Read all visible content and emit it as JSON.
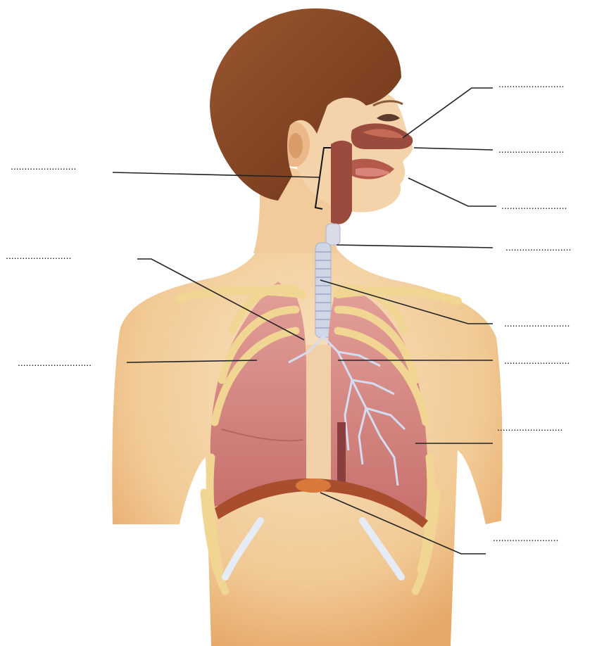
{
  "diagram": {
    "subject": "human-respiratory-system",
    "colors": {
      "hair": "#8a4a26",
      "skin": "#f3cfa2",
      "skin_shadow": "#e9b27a",
      "lung": "#d98a86",
      "lung_dark": "#b45a5a",
      "airway": "#9a4b3e",
      "trachea": "#cfd6e6",
      "rib": "#f2dc9e",
      "diaphragm": "#a84e2e",
      "leader_line": "#222222"
    },
    "blanks": [
      {
        "id": "nasal-cavity",
        "text": "........................"
      },
      {
        "id": "nostril",
        "text": "........................"
      },
      {
        "id": "mouth",
        "text": "........................"
      },
      {
        "id": "larynx",
        "text": "........................"
      },
      {
        "id": "trachea",
        "text": "........................"
      },
      {
        "id": "bronchi",
        "text": "........................"
      },
      {
        "id": "lungs-right",
        "text": "........................"
      },
      {
        "id": "diaphragm",
        "text": "........................"
      },
      {
        "id": "pharynx",
        "text": "........................"
      },
      {
        "id": "bronchus-left",
        "text": "........................"
      },
      {
        "id": "lung-left",
        "text": "..........................."
      }
    ]
  }
}
